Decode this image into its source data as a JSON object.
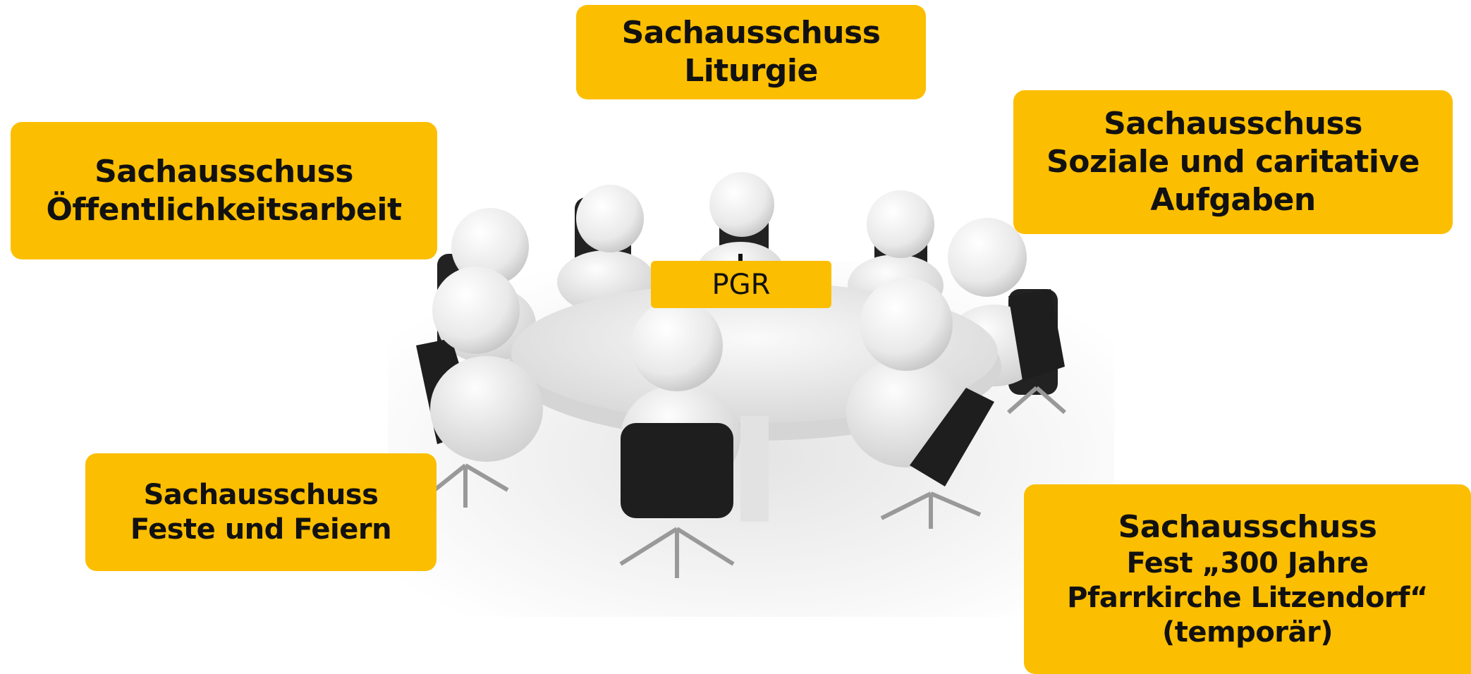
{
  "colors": {
    "box_fill": "#FCBE00",
    "text": "#111111",
    "figure": "#eaeaea",
    "chair": "#1e1e1e",
    "table": "#efefef"
  },
  "center": {
    "label": "PGR"
  },
  "committees": {
    "liturgie": {
      "lines": [
        "Sachausschuss",
        "Liturgie"
      ]
    },
    "oeffentlichkeit": {
      "lines": [
        "Sachausschuss",
        "Öffentlichkeitsarbeit"
      ]
    },
    "sozial": {
      "lines": [
        "Sachausschuss",
        "Soziale und caritative",
        "Aufgaben"
      ]
    },
    "feste": {
      "lines": [
        "Sachausschuss",
        "Feste und Feiern"
      ]
    },
    "fest300": {
      "lines": [
        "Sachausschuss",
        "Fest „300 Jahre",
        "Pfarrkirche Litzendorf“",
        "(temporär)"
      ]
    }
  },
  "illustration": {
    "icon": "round-table-meeting-icon"
  }
}
